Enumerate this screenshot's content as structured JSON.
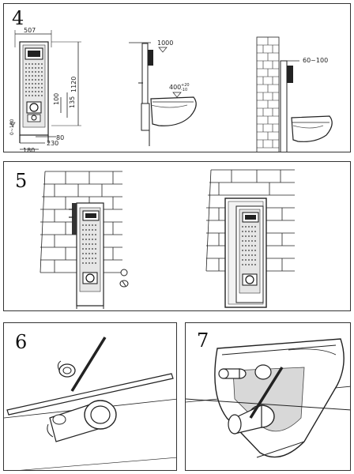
{
  "steps": {
    "s4": "4",
    "s5": "5",
    "s6": "6",
    "s7": "7"
  },
  "dimensions": {
    "width_507": "507",
    "height_1120": "1120",
    "d_100": "100",
    "d_135": "135",
    "d_180_left": "0~180",
    "d_80": "80",
    "d_230": "230",
    "d_180": "180",
    "d_1000": "1000",
    "d_400_main": "400",
    "d_400_tol": "+20",
    "d_400_tol2": "-10",
    "d_60_100": "60~100"
  }
}
